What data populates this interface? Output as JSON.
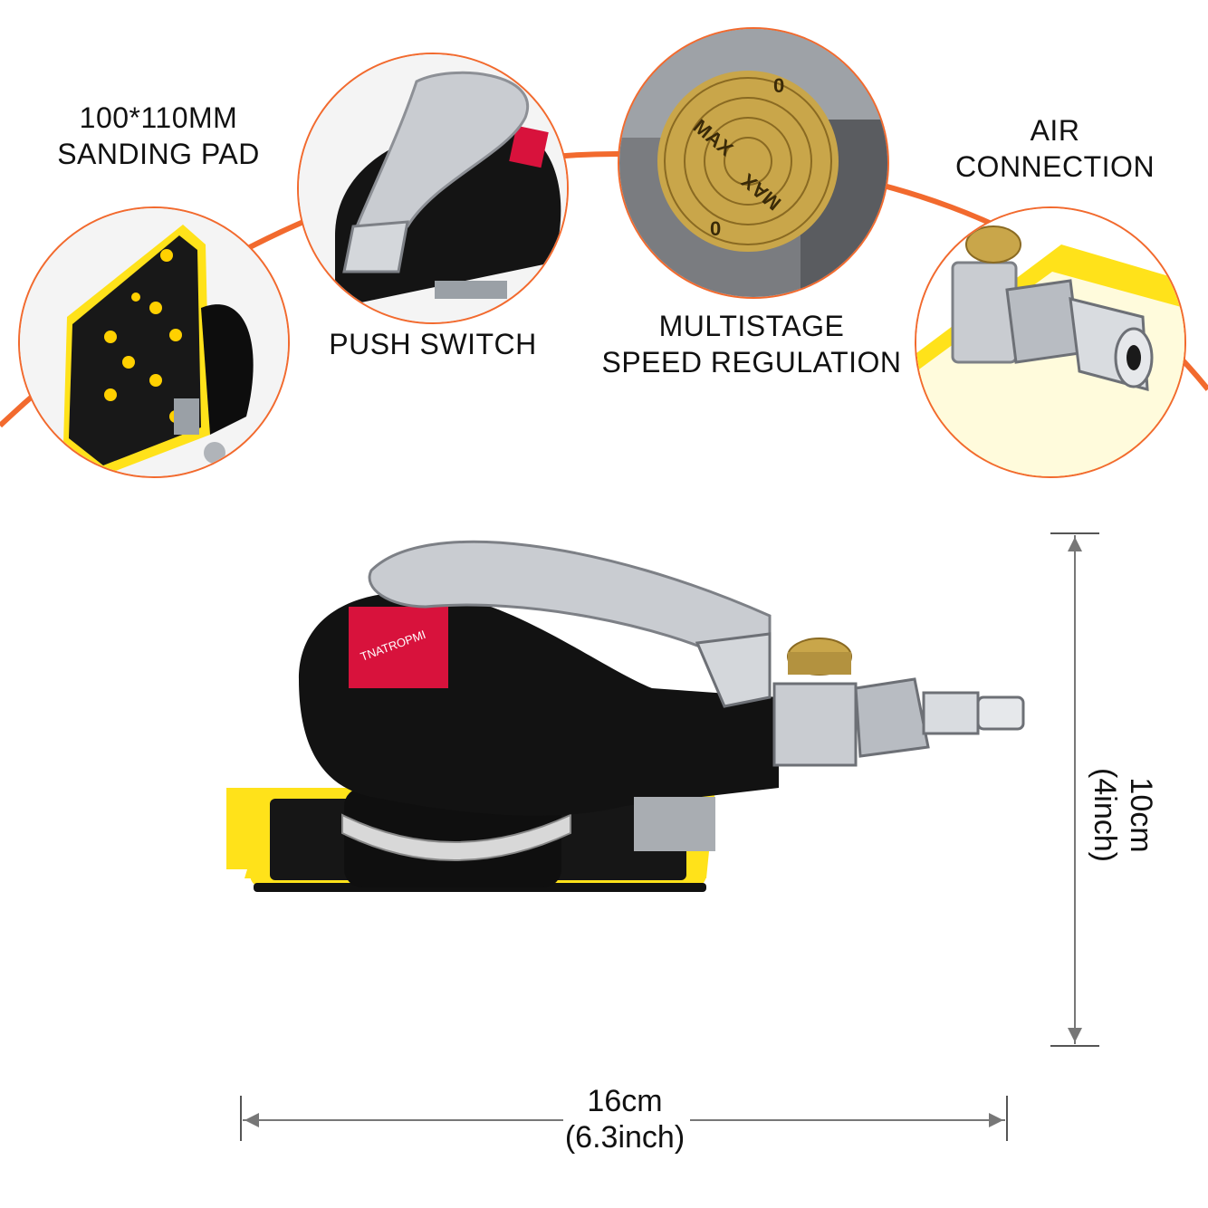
{
  "callouts": {
    "pad": "100*110MM SANDING PAD",
    "pad_line1": "100*110MM",
    "pad_line2": "SANDING PAD",
    "switch": "PUSH SWITCH",
    "speed_line1": "MULTISTAGE",
    "speed_line2": "SPEED REGULATION",
    "air_line1": "AIR",
    "air_line2": "CONNECTION"
  },
  "knob_text": {
    "max_a": "MAX",
    "max_b": "MAX",
    "zero_a": "0",
    "zero_b": "0"
  },
  "label_sticker": "TNATROPMI",
  "dimensions": {
    "height_cm": "10cm",
    "height_in": "(4inch)",
    "width_cm": "16cm",
    "width_in": "(6.3inch)"
  },
  "colors": {
    "accent_orange": "#f26a2e",
    "pad_yellow": "#ffe21a",
    "body_black": "#111111",
    "chrome": "#c9ccd1",
    "brass": "#c9a64a"
  }
}
